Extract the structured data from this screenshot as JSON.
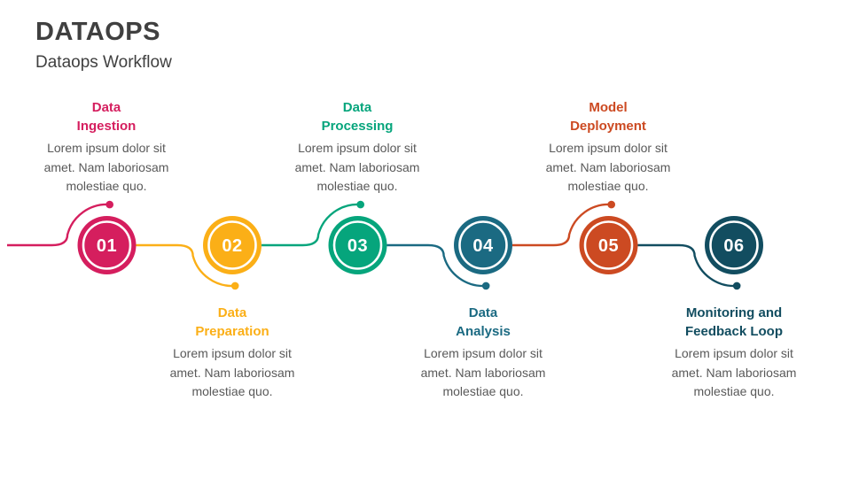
{
  "slide": {
    "title": "DATAOPS",
    "subtitle": "Dataops Workflow",
    "background_color": "#FFFFFF",
    "title_color": "#404040",
    "body_text_color": "#595959"
  },
  "steps": [
    {
      "number": "01",
      "name": "Data Ingestion",
      "title_lines": [
        "Data",
        "Ingestion"
      ],
      "description": "Lorem ipsum dolor sit amet. Nam laboriosam molestiae quo.",
      "color": "#D51E5E",
      "label_position": "top"
    },
    {
      "number": "02",
      "name": "Data Preparation",
      "title_lines": [
        "Data",
        "Preparation"
      ],
      "description": "Lorem ipsum dolor sit amet. Nam laboriosam molestiae quo.",
      "color": "#FBAF17",
      "label_position": "bottom"
    },
    {
      "number": "03",
      "name": "Data Processing",
      "title_lines": [
        "Data",
        "Processing"
      ],
      "description": "Lorem ipsum dolor sit amet. Nam laboriosam molestiae quo.",
      "color": "#06A57C",
      "label_position": "top"
    },
    {
      "number": "04",
      "name": "Data Analysis",
      "title_lines": [
        "Data",
        "Analysis"
      ],
      "description": "Lorem ipsum dolor sit amet. Nam laboriosam molestiae quo.",
      "color": "#1B6A82",
      "label_position": "bottom"
    },
    {
      "number": "05",
      "name": "Model Deployment",
      "title_lines": [
        "Model",
        "Deployment"
      ],
      "description": "Lorem ipsum dolor sit amet. Nam laboriosam molestiae quo.",
      "color": "#CC4A22",
      "label_position": "top"
    },
    {
      "number": "06",
      "name": "Monitoring and Feedback Loop",
      "title_lines": [
        "Monitoring and",
        "Feedback Loop"
      ],
      "description": "Lorem ipsum dolor sit amet. Nam laboriosam molestiae quo.",
      "color": "#124D60",
      "label_position": "bottom"
    }
  ]
}
